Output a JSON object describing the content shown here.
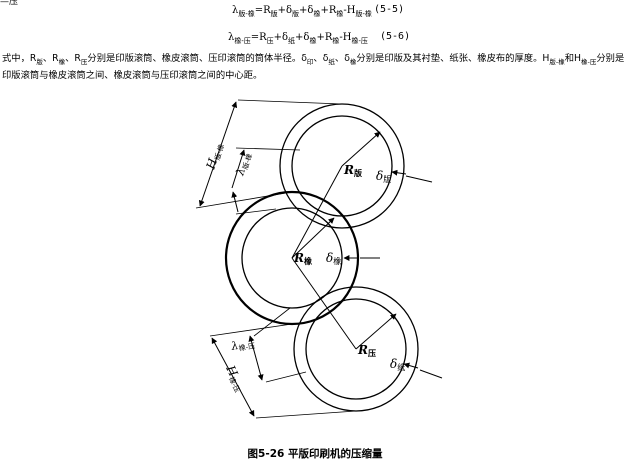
{
  "top_fragment": "—压",
  "equations": [
    {
      "lhs": "λ",
      "lhs_sub": "版-橡",
      "rhs": [
        {
          "t": "=R",
          "s": "版"
        },
        {
          "t": "+δ",
          "s": "版"
        },
        {
          "t": "+δ",
          "s": "橡"
        },
        {
          "t": "+R",
          "s": "橡"
        },
        {
          "t": "-H",
          "s": "版-橡"
        }
      ],
      "number": "(5-5)"
    },
    {
      "lhs": "λ",
      "lhs_sub": "橡-压",
      "rhs": [
        {
          "t": "=R",
          "s": "压"
        },
        {
          "t": "+δ",
          "s": "纸"
        },
        {
          "t": "+δ",
          "s": "橡"
        },
        {
          "t": "+R",
          "s": "橡"
        },
        {
          "t": "-H",
          "s": "橡-压"
        }
      ],
      "number": "(5-6)"
    }
  ],
  "paragraph": {
    "p1": "式中，R",
    "s1": "版",
    "p2": "、R",
    "s2": "橡",
    "p3": "、R",
    "s3": "压",
    "p4": "分别是印版滚筒、橡皮滚筒、压印滚筒的筒体半径。δ",
    "s4": "印",
    "p5": "、δ",
    "s5": "纸",
    "p6": "、δ",
    "s6": "橡",
    "p7": "分别是印版及其衬垫、纸张、橡皮布的厚度。H",
    "s7": "版-橡",
    "p8": "和H",
    "s8": "橡-压",
    "p9": "分别是印版滚筒与橡皮滚筒之间、橡皮滚筒与压印滚筒之间的中心距。"
  },
  "figure_labels": {
    "r_top": "R",
    "r_top_sub": "版",
    "d_top": "δ",
    "d_top_sub": "版",
    "r_mid": "R",
    "r_mid_sub": "橡",
    "d_mid": "δ",
    "d_mid_sub": "橡",
    "r_bot": "R",
    "r_bot_sub": "压",
    "d_bot": "δ",
    "d_bot_sub": "纸",
    "h_top": "H",
    "h_top_sub": "版-橡",
    "lam_top": "λ",
    "lam_top_sub": "版-橡",
    "h_bot": "H",
    "h_bot_sub": "橡-压",
    "lam_bot": "λ",
    "lam_bot_sub": "橡-压"
  },
  "caption": "图5-26  平版印刷机的压缩量"
}
